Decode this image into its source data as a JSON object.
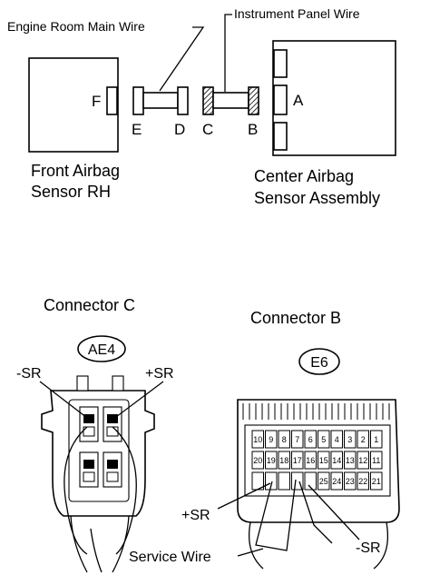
{
  "wires": {
    "engine_room": "Engine Room Main Wire",
    "instrument_panel": "Instrument Panel Wire",
    "service": "Service Wire"
  },
  "components": {
    "front_sensor_line1": "Front Airbag",
    "front_sensor_line2": "Sensor RH",
    "center_sensor_line1": "Center Airbag",
    "center_sensor_line2": "Sensor Assembly"
  },
  "connector_letters": {
    "a": "A",
    "b": "B",
    "c": "C",
    "d": "D",
    "e": "E",
    "f": "F"
  },
  "connector_c": {
    "title": "Connector C",
    "code": "AE4",
    "neg_terminal": "-SR",
    "pos_terminal": "+SR"
  },
  "connector_b": {
    "title": "Connector B",
    "code": "E6",
    "neg_terminal": "-SR",
    "pos_terminal": "+SR",
    "pins_row1": [
      "10",
      "9",
      "8",
      "7",
      "6",
      "5",
      "4",
      "3",
      "2",
      "1"
    ],
    "pins_row2": [
      "20",
      "19",
      "18",
      "17",
      "16",
      "15",
      "14",
      "13",
      "12",
      "11"
    ],
    "pins_row3": [
      "",
      "",
      "",
      "",
      "",
      "25",
      "24",
      "23",
      "22",
      "21"
    ]
  }
}
